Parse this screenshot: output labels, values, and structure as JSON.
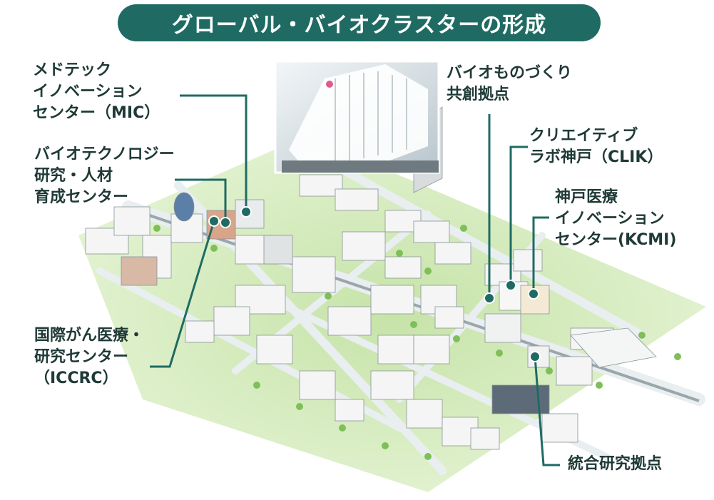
{
  "title": "グローバル・バイオクラスターの形成",
  "labels": {
    "mic": [
      "メドテック",
      "イノベーション",
      "センター（MIC）"
    ],
    "bio_tech": [
      "バイオテクノロジー",
      "研究・人材",
      "育成センター"
    ],
    "iccrc": [
      "国際がん医療・",
      "研究センター",
      "（ICCRC）"
    ],
    "bio_mono": [
      "バイオものづくり",
      "共創拠点"
    ],
    "clik": [
      "クリエイティブ",
      "ラボ神戸（CLIK）"
    ],
    "kcmi": [
      "神戸医療",
      "イノベーション",
      "センター(KCMI)"
    ],
    "integrated": [
      "統合研究拠点"
    ]
  },
  "colors": {
    "title_bg": "#1f6b64",
    "title_text": "#ffffff",
    "label_text": "#1f3a36",
    "leader_line": "#1f6b64",
    "ground": "#cfe8b4",
    "road": "#eceff0"
  }
}
